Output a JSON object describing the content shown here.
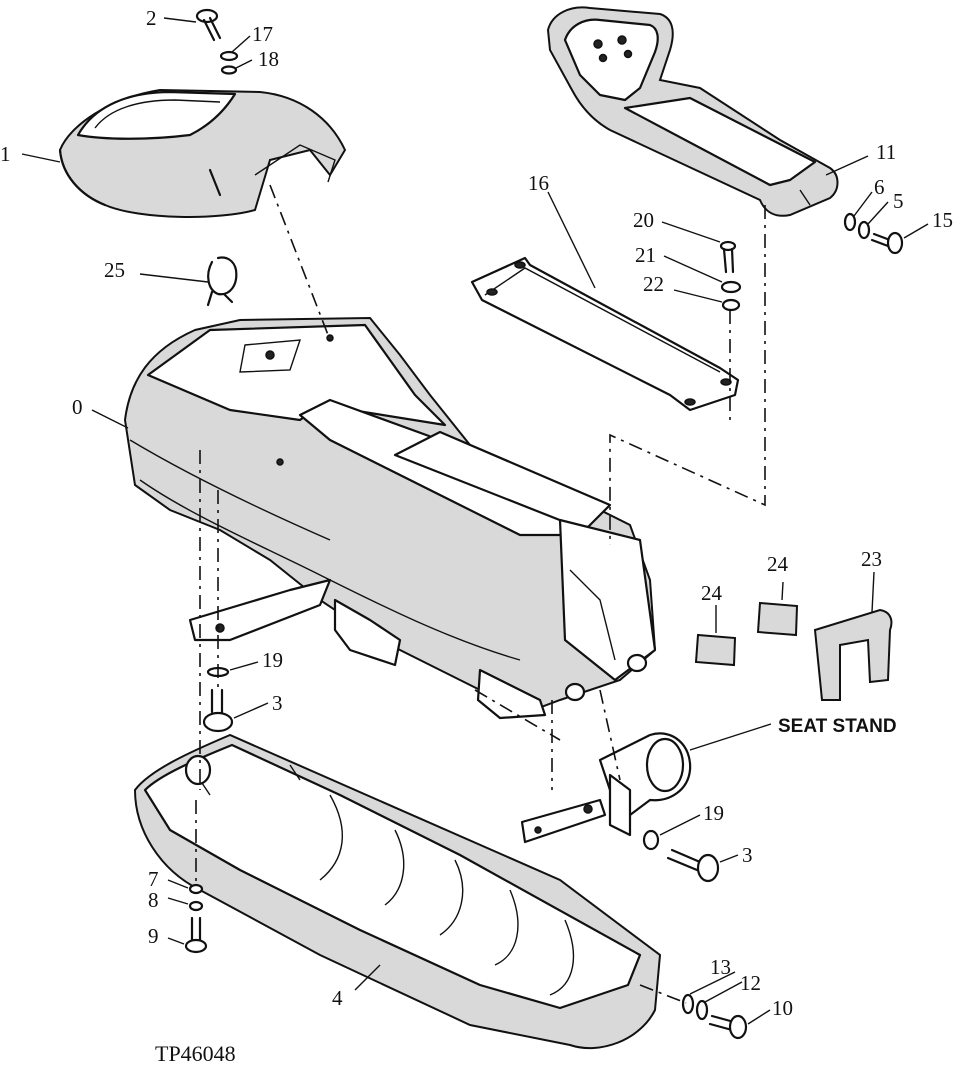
{
  "figure_id": "TP46048",
  "annotation": "SEAT STAND",
  "callouts": {
    "c0": "0",
    "c1": "1",
    "c2": "2",
    "c3a": "3",
    "c3b": "3",
    "c4": "4",
    "c5": "5",
    "c6": "6",
    "c7": "7",
    "c8": "8",
    "c9": "9",
    "c10": "10",
    "c11": "11",
    "c12": "12",
    "c13": "13",
    "c15": "15",
    "c16": "16",
    "c17": "17",
    "c18": "18",
    "c19a": "19",
    "c19b": "19",
    "c20": "20",
    "c21": "21",
    "c22": "22",
    "c23": "23",
    "c24a": "24",
    "c24b": "24",
    "c25": "25"
  }
}
